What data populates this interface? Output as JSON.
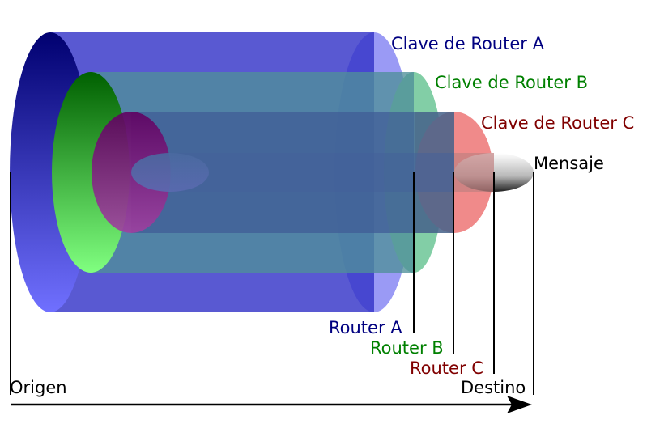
{
  "labels": {
    "key_a": "Clave de Router A",
    "key_b": "Clave de Router B",
    "key_c": "Clave de Router C",
    "message": "Mensaje",
    "router_a": "Router A",
    "router_b": "Router B",
    "router_c": "Router C",
    "origin": "Origen",
    "destination": "Destino"
  },
  "colors": {
    "layer_a": "#3434cc",
    "layer_a_label": "#000080",
    "layer_b": "#33cc33",
    "layer_b_label": "#008000",
    "layer_c": "#e06060",
    "layer_c_label": "#800000",
    "message": "#bfbfbf",
    "text": "#000000"
  }
}
